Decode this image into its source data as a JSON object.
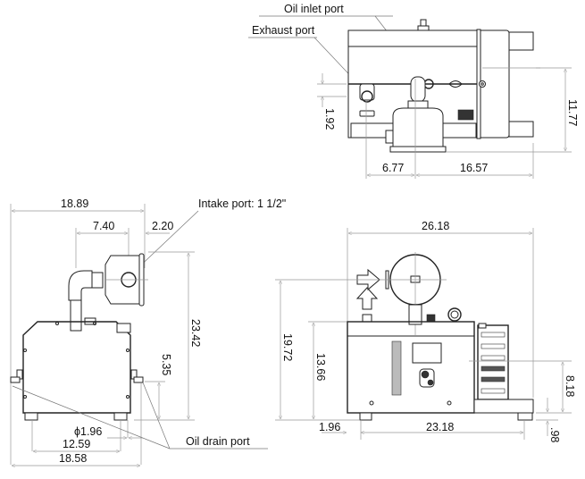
{
  "diagram": {
    "type": "dimensional drawing",
    "subject": "rotary vane vacuum pump (three views)",
    "units": "inches",
    "line_color": "#222222",
    "dimension_line_color": "#999999",
    "background": "#ffffff"
  },
  "callouts": {
    "oil_inlet_port": "Oil inlet port",
    "exhaust_port": "Exhaust port",
    "intake_port": "Intake port: 1 1/2\"",
    "oil_drain_port": "Oil drain port"
  },
  "top_view": {
    "dimensions": {
      "exhaust_offset": "1.92",
      "left_width": "6.77",
      "right_width": "16.57",
      "depth": "11.77"
    }
  },
  "end_view": {
    "dimensions": {
      "overall_width": "18.89",
      "intake_offset": "7.40",
      "intake_projection": "2.20",
      "overall_height": "23.42",
      "drain_height": "5.35",
      "drain_diameter": "ϕ1.96",
      "foot_spacing": "12.59",
      "base_width": "18.58"
    }
  },
  "side_view": {
    "dimensions": {
      "overall_length": "26.18",
      "intake_height": "19.72",
      "body_height": "13.66",
      "motor_center_height": "8.18",
      "foot_offset": "1.96",
      "foot_spacing": "23.18",
      "foot_height": ".98"
    }
  }
}
